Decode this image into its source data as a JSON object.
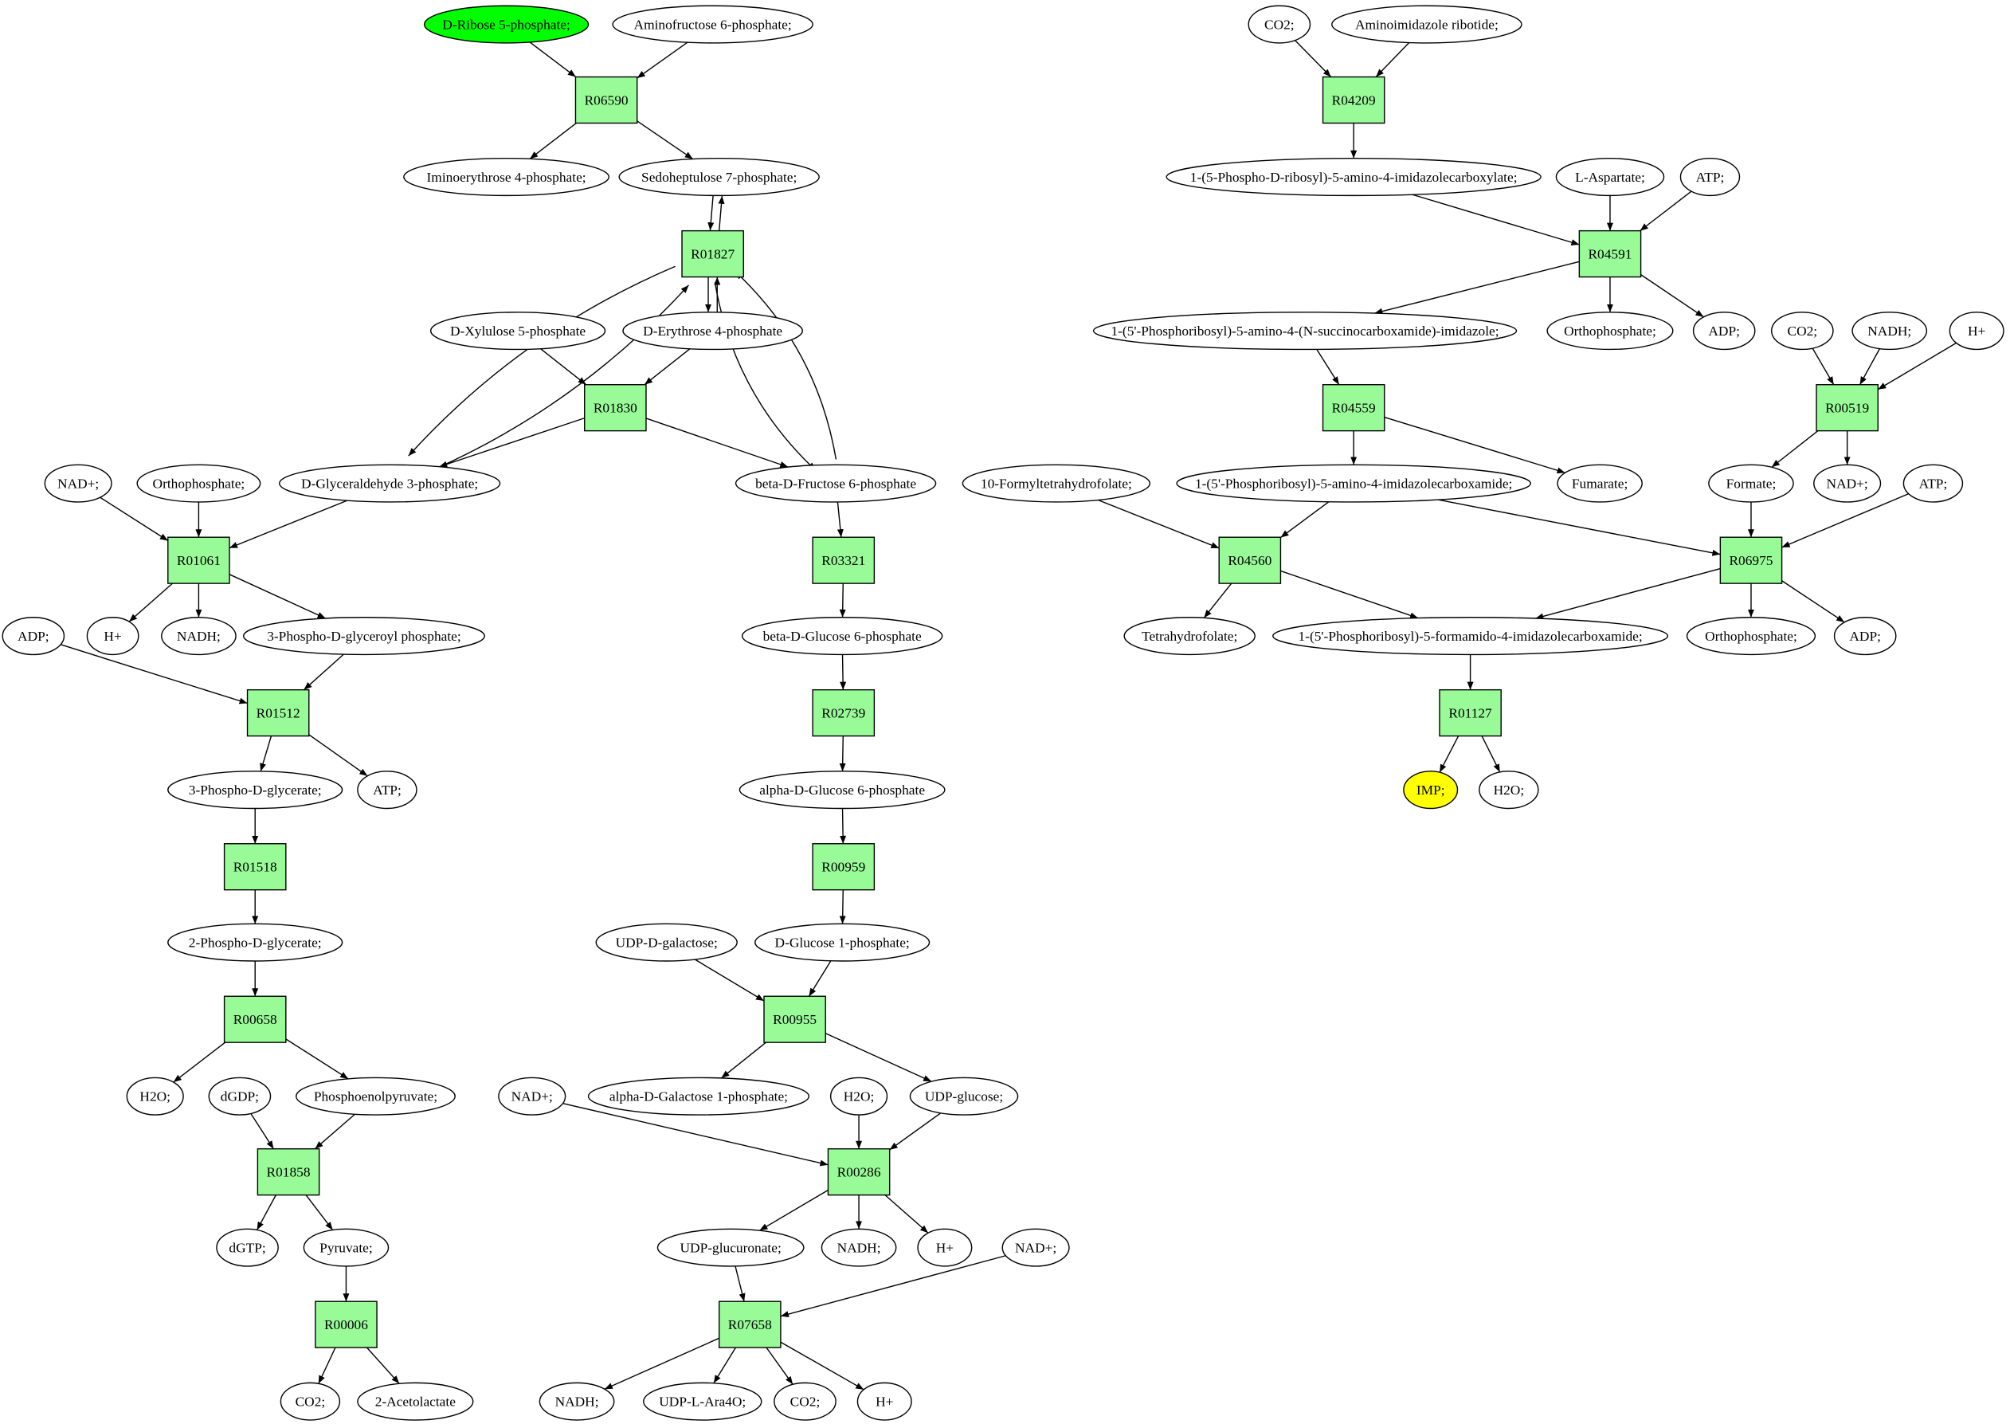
{
  "colors": {
    "reaction_fill": "#98fb98",
    "start_fill": "#00ff00",
    "end_fill": "#ffff00",
    "stroke": "#000000",
    "background": "#ffffff"
  },
  "nodes": {
    "m_r5p": {
      "label": "D-Ribose 5-phosphate;",
      "kind": "start"
    },
    "m_af6p": {
      "label": "Aminofructose 6-phosphate;",
      "kind": "metabolite"
    },
    "r_R06590": {
      "label": "R06590",
      "kind": "reaction"
    },
    "m_ie4p": {
      "label": "Iminoerythrose 4-phosphate;",
      "kind": "metabolite"
    },
    "m_s7p": {
      "label": "Sedoheptulose 7-phosphate;",
      "kind": "metabolite"
    },
    "r_R01827": {
      "label": "R01827",
      "kind": "reaction"
    },
    "m_x5p": {
      "label": "D-Xylulose 5-phosphate",
      "kind": "metabolite"
    },
    "m_e4p": {
      "label": "D-Erythrose 4-phosphate",
      "kind": "metabolite"
    },
    "r_R01830": {
      "label": "R01830",
      "kind": "reaction"
    },
    "m_g3p": {
      "label": "D-Glyceraldehyde 3-phosphate;",
      "kind": "metabolite"
    },
    "m_f6p": {
      "label": "beta-D-Fructose 6-phosphate",
      "kind": "metabolite"
    },
    "m_nad1": {
      "label": "NAD+;",
      "kind": "metabolite"
    },
    "m_pi1": {
      "label": "Orthophosphate;",
      "kind": "metabolite"
    },
    "r_R01061": {
      "label": "R01061",
      "kind": "reaction"
    },
    "m_h1": {
      "label": "H+",
      "kind": "metabolite"
    },
    "m_nadh1": {
      "label": "NADH;",
      "kind": "metabolite"
    },
    "m_bpg": {
      "label": "3-Phospho-D-glyceroyl phosphate;",
      "kind": "metabolite"
    },
    "m_adp1": {
      "label": "ADP;",
      "kind": "metabolite"
    },
    "r_R01512": {
      "label": "R01512",
      "kind": "reaction"
    },
    "m_3pg": {
      "label": "3-Phospho-D-glycerate;",
      "kind": "metabolite"
    },
    "m_atp1": {
      "label": "ATP;",
      "kind": "metabolite"
    },
    "r_R01518": {
      "label": "R01518",
      "kind": "reaction"
    },
    "m_2pg": {
      "label": "2-Phospho-D-glycerate;",
      "kind": "metabolite"
    },
    "r_R00658": {
      "label": "R00658",
      "kind": "reaction"
    },
    "m_h2o1": {
      "label": "H2O;",
      "kind": "metabolite"
    },
    "m_dgdp": {
      "label": "dGDP;",
      "kind": "metabolite"
    },
    "m_pep": {
      "label": "Phosphoenolpyruvate;",
      "kind": "metabolite"
    },
    "r_R01858": {
      "label": "R01858",
      "kind": "reaction"
    },
    "m_dgtp": {
      "label": "dGTP;",
      "kind": "metabolite"
    },
    "m_pyr": {
      "label": "Pyruvate;",
      "kind": "metabolite"
    },
    "r_R00006": {
      "label": "R00006",
      "kind": "reaction"
    },
    "m_co2a": {
      "label": "CO2;",
      "kind": "metabolite"
    },
    "m_acl": {
      "label": "2-Acetolactate",
      "kind": "metabolite"
    },
    "r_R03321": {
      "label": "R03321",
      "kind": "reaction"
    },
    "m_bg6p": {
      "label": "beta-D-Glucose 6-phosphate",
      "kind": "metabolite"
    },
    "r_R02739": {
      "label": "R02739",
      "kind": "reaction"
    },
    "m_ag6p": {
      "label": "alpha-D-Glucose 6-phosphate",
      "kind": "metabolite"
    },
    "r_R00959": {
      "label": "R00959",
      "kind": "reaction"
    },
    "m_udpgal": {
      "label": "UDP-D-galactose;",
      "kind": "metabolite"
    },
    "m_g1p": {
      "label": "D-Glucose 1-phosphate;",
      "kind": "metabolite"
    },
    "r_R00955": {
      "label": "R00955",
      "kind": "reaction"
    },
    "m_gal1p": {
      "label": "alpha-D-Galactose 1-phosphate;",
      "kind": "metabolite"
    },
    "m_nad2": {
      "label": "NAD+;",
      "kind": "metabolite"
    },
    "m_h2o2": {
      "label": "H2O;",
      "kind": "metabolite"
    },
    "m_udpglc": {
      "label": "UDP-glucose;",
      "kind": "metabolite"
    },
    "r_R00286": {
      "label": "R00286",
      "kind": "reaction"
    },
    "m_udpgca": {
      "label": "UDP-glucuronate;",
      "kind": "metabolite"
    },
    "m_nadh2": {
      "label": "NADH;",
      "kind": "metabolite"
    },
    "m_h2": {
      "label": "H+",
      "kind": "metabolite"
    },
    "m_nad3": {
      "label": "NAD+;",
      "kind": "metabolite"
    },
    "r_R07658": {
      "label": "R07658",
      "kind": "reaction"
    },
    "m_nadh3": {
      "label": "NADH;",
      "kind": "metabolite"
    },
    "m_udpara": {
      "label": "UDP-L-Ara4O;",
      "kind": "metabolite"
    },
    "m_co2b": {
      "label": "CO2;",
      "kind": "metabolite"
    },
    "m_h3": {
      "label": "H+",
      "kind": "metabolite"
    },
    "m_co2c": {
      "label": "CO2;",
      "kind": "metabolite"
    },
    "m_air": {
      "label": "Aminoimidazole ribotide;",
      "kind": "metabolite"
    },
    "r_R04209": {
      "label": "R04209",
      "kind": "reaction"
    },
    "m_cair": {
      "label": "1-(5-Phospho-D-ribosyl)-5-amino-4-imidazolecarboxylate;",
      "kind": "metabolite"
    },
    "m_asp": {
      "label": "L-Aspartate;",
      "kind": "metabolite"
    },
    "m_atp2": {
      "label": "ATP;",
      "kind": "metabolite"
    },
    "r_R04591": {
      "label": "R04591",
      "kind": "reaction"
    },
    "m_saicar": {
      "label": "1-(5'-Phosphoribosyl)-5-amino-4-(N-succinocarboxamide)-imidazole;",
      "kind": "metabolite"
    },
    "m_pi2": {
      "label": "Orthophosphate;",
      "kind": "metabolite"
    },
    "m_adp2": {
      "label": "ADP;",
      "kind": "metabolite"
    },
    "m_co2d": {
      "label": "CO2;",
      "kind": "metabolite"
    },
    "m_nadh4": {
      "label": "NADH;",
      "kind": "metabolite"
    },
    "m_h4": {
      "label": "H+",
      "kind": "metabolite"
    },
    "r_R04559": {
      "label": "R04559",
      "kind": "reaction"
    },
    "r_R00519": {
      "label": "R00519",
      "kind": "reaction"
    },
    "m_fthf": {
      "label": "10-Formyltetrahydrofolate;",
      "kind": "metabolite"
    },
    "m_aicar": {
      "label": "1-(5'-Phosphoribosyl)-5-amino-4-imidazolecarboxamide;",
      "kind": "metabolite"
    },
    "m_fum": {
      "label": "Fumarate;",
      "kind": "metabolite"
    },
    "m_formate": {
      "label": "Formate;",
      "kind": "metabolite"
    },
    "m_nad4": {
      "label": "NAD+;",
      "kind": "metabolite"
    },
    "m_atp3": {
      "label": "ATP;",
      "kind": "metabolite"
    },
    "r_R04560": {
      "label": "R04560",
      "kind": "reaction"
    },
    "r_R06975": {
      "label": "R06975",
      "kind": "reaction"
    },
    "m_thf": {
      "label": "Tetrahydrofolate;",
      "kind": "metabolite"
    },
    "m_faicar": {
      "label": "1-(5'-Phosphoribosyl)-5-formamido-4-imidazolecarboxamide;",
      "kind": "metabolite"
    },
    "m_pi3": {
      "label": "Orthophosphate;",
      "kind": "metabolite"
    },
    "m_adp3": {
      "label": "ADP;",
      "kind": "metabolite"
    },
    "r_R01127": {
      "label": "R01127",
      "kind": "reaction"
    },
    "m_imp": {
      "label": "IMP;",
      "kind": "end"
    },
    "m_h2o3": {
      "label": "H2O;",
      "kind": "metabolite"
    }
  },
  "edges": [
    [
      "m_r5p",
      "r_R06590"
    ],
    [
      "m_af6p",
      "r_R06590"
    ],
    [
      "r_R06590",
      "m_ie4p"
    ],
    [
      "r_R06590",
      "m_s7p"
    ],
    [
      "m_s7p",
      "r_R01827"
    ],
    [
      "r_R01827",
      "m_s7p"
    ],
    [
      "m_e4p",
      "r_R01827"
    ],
    [
      "r_R01827",
      "m_e4p"
    ],
    [
      "m_g3p",
      "r_R01827"
    ],
    [
      "r_R01827",
      "m_g3p"
    ],
    [
      "m_f6p",
      "r_R01827"
    ],
    [
      "r_R01827",
      "m_f6p"
    ],
    [
      "m_x5p",
      "r_R01830"
    ],
    [
      "m_e4p",
      "r_R01830"
    ],
    [
      "r_R01830",
      "m_g3p"
    ],
    [
      "r_R01830",
      "m_f6p"
    ],
    [
      "m_nad1",
      "r_R01061"
    ],
    [
      "m_pi1",
      "r_R01061"
    ],
    [
      "m_g3p",
      "r_R01061"
    ],
    [
      "r_R01061",
      "m_h1"
    ],
    [
      "r_R01061",
      "m_nadh1"
    ],
    [
      "r_R01061",
      "m_bpg"
    ],
    [
      "m_adp1",
      "r_R01512"
    ],
    [
      "m_bpg",
      "r_R01512"
    ],
    [
      "r_R01512",
      "m_3pg"
    ],
    [
      "r_R01512",
      "m_atp1"
    ],
    [
      "m_3pg",
      "r_R01518"
    ],
    [
      "r_R01518",
      "m_2pg"
    ],
    [
      "m_2pg",
      "r_R00658"
    ],
    [
      "r_R00658",
      "m_h2o1"
    ],
    [
      "r_R00658",
      "m_pep"
    ],
    [
      "m_dgdp",
      "r_R01858"
    ],
    [
      "m_pep",
      "r_R01858"
    ],
    [
      "r_R01858",
      "m_dgtp"
    ],
    [
      "r_R01858",
      "m_pyr"
    ],
    [
      "m_pyr",
      "r_R00006"
    ],
    [
      "r_R00006",
      "m_co2a"
    ],
    [
      "r_R00006",
      "m_acl"
    ],
    [
      "m_f6p",
      "r_R03321"
    ],
    [
      "r_R03321",
      "m_bg6p"
    ],
    [
      "m_bg6p",
      "r_R02739"
    ],
    [
      "r_R02739",
      "m_ag6p"
    ],
    [
      "m_ag6p",
      "r_R00959"
    ],
    [
      "r_R00959",
      "m_g1p"
    ],
    [
      "m_udpgal",
      "r_R00955"
    ],
    [
      "m_g1p",
      "r_R00955"
    ],
    [
      "r_R00955",
      "m_gal1p"
    ],
    [
      "r_R00955",
      "m_udpglc"
    ],
    [
      "m_nad2",
      "r_R00286"
    ],
    [
      "m_h2o2",
      "r_R00286"
    ],
    [
      "m_udpglc",
      "r_R00286"
    ],
    [
      "r_R00286",
      "m_udpgca"
    ],
    [
      "r_R00286",
      "m_nadh2"
    ],
    [
      "r_R00286",
      "m_h2"
    ],
    [
      "m_udpgca",
      "r_R07658"
    ],
    [
      "m_nad3",
      "r_R07658"
    ],
    [
      "r_R07658",
      "m_nadh3"
    ],
    [
      "r_R07658",
      "m_udpara"
    ],
    [
      "r_R07658",
      "m_co2b"
    ],
    [
      "r_R07658",
      "m_h3"
    ],
    [
      "m_co2c",
      "r_R04209"
    ],
    [
      "m_air",
      "r_R04209"
    ],
    [
      "r_R04209",
      "m_cair"
    ],
    [
      "m_cair",
      "r_R04591"
    ],
    [
      "m_asp",
      "r_R04591"
    ],
    [
      "m_atp2",
      "r_R04591"
    ],
    [
      "r_R04591",
      "m_saicar"
    ],
    [
      "r_R04591",
      "m_pi2"
    ],
    [
      "r_R04591",
      "m_adp2"
    ],
    [
      "m_saicar",
      "r_R04559"
    ],
    [
      "r_R04559",
      "m_aicar"
    ],
    [
      "r_R04559",
      "m_fum"
    ],
    [
      "m_co2d",
      "r_R00519"
    ],
    [
      "m_nadh4",
      "r_R00519"
    ],
    [
      "m_h4",
      "r_R00519"
    ],
    [
      "r_R00519",
      "m_formate"
    ],
    [
      "r_R00519",
      "m_nad4"
    ],
    [
      "m_fthf",
      "r_R04560"
    ],
    [
      "m_aicar",
      "r_R04560"
    ],
    [
      "r_R04560",
      "m_thf"
    ],
    [
      "r_R04560",
      "m_faicar"
    ],
    [
      "m_aicar",
      "r_R06975"
    ],
    [
      "m_formate",
      "r_R06975"
    ],
    [
      "m_atp3",
      "r_R06975"
    ],
    [
      "r_R06975",
      "m_faicar"
    ],
    [
      "r_R06975",
      "m_pi3"
    ],
    [
      "r_R06975",
      "m_adp3"
    ],
    [
      "m_faicar",
      "r_R01127"
    ],
    [
      "r_R01127",
      "m_imp"
    ],
    [
      "r_R01127",
      "m_h2o3"
    ]
  ]
}
